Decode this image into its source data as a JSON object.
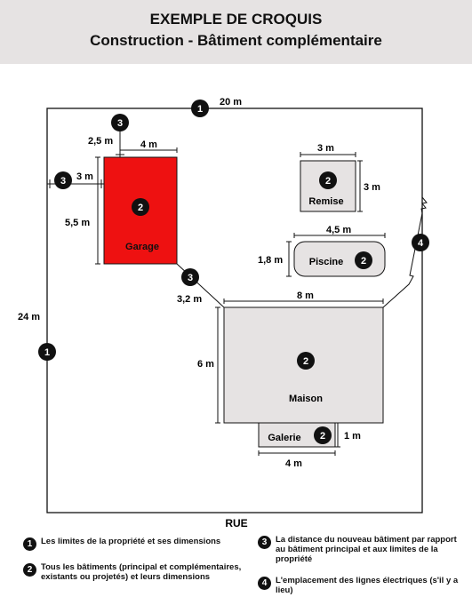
{
  "header": {
    "title": "EXEMPLE DE CROQUIS",
    "subtitle": "Construction - Bâtiment complémentaire"
  },
  "plan": {
    "street": "RUE",
    "lot_width": "20 m",
    "lot_depth": "24 m",
    "garage": {
      "name": "Garage",
      "width": "4 m",
      "depth": "5,5 m",
      "dist_top": "2,5 m",
      "dist_side": "3 m",
      "dist_house": "3,2 m",
      "color": "#ee1111"
    },
    "remise": {
      "name": "Remise",
      "width": "3 m",
      "depth": "3 m"
    },
    "piscine": {
      "name": "Piscine",
      "width": "4,5 m",
      "depth": "1,8 m"
    },
    "maison": {
      "name": "Maison",
      "width": "8 m",
      "depth": "6 m"
    },
    "galerie": {
      "name": "Galerie",
      "width": "4 m",
      "depth": "1 m"
    }
  },
  "markers": {
    "one": "1",
    "two": "2",
    "three": "3",
    "four": "4"
  },
  "legend": [
    {
      "num": "1",
      "text": "Les limites de la propriété et ses dimensions"
    },
    {
      "num": "2",
      "text": "Tous les bâtiments (principal et complémentaires, existants ou projetés) et leurs dimensions"
    },
    {
      "num": "3",
      "text": "La distance du nouveau bâtiment par rapport au bâtiment principal et aux limites de la propriété"
    },
    {
      "num": "4",
      "text": "L'emplacement des lignes électriques (s'il y a lieu)"
    }
  ],
  "colors": {
    "header_bg": "#e6e3e3",
    "building_fill": "#e6e3e3",
    "garage_fill": "#ee1111",
    "marker": "#111111"
  }
}
